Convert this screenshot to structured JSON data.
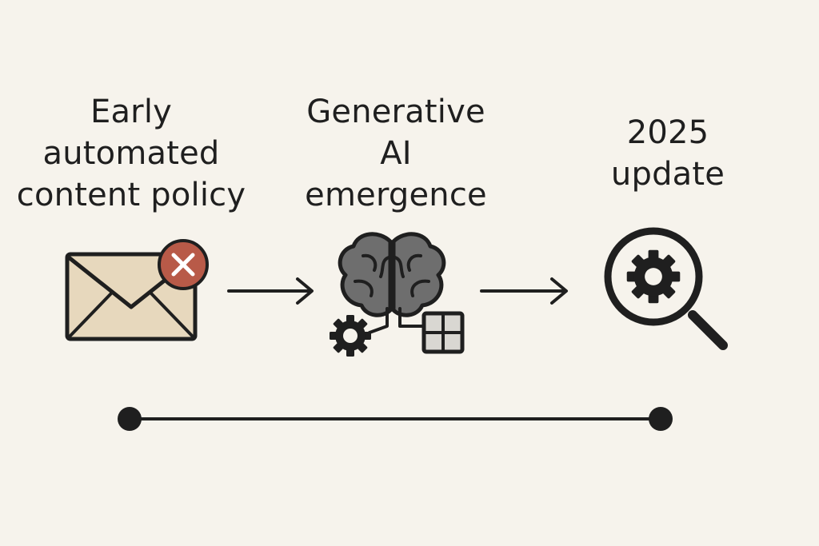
{
  "stages": [
    {
      "lines": [
        "Early",
        "automated",
        "content policy"
      ],
      "icon": "rejected-envelope-icon"
    },
    {
      "lines": [
        "Generative",
        "AI",
        "emergence"
      ],
      "icon": "brain-with-gear-and-grid-icon"
    },
    {
      "lines": [
        "2025",
        "update"
      ],
      "icon": "magnifier-with-gear-icon"
    }
  ],
  "colors": {
    "background": "#f6f3ec",
    "ink": "#1f1f1f",
    "envelope_fill": "#e7d8bd",
    "reject_badge": "#b85a48",
    "brain_fill": "#6e6e6e",
    "grid_fill": "#d9d7d2"
  }
}
